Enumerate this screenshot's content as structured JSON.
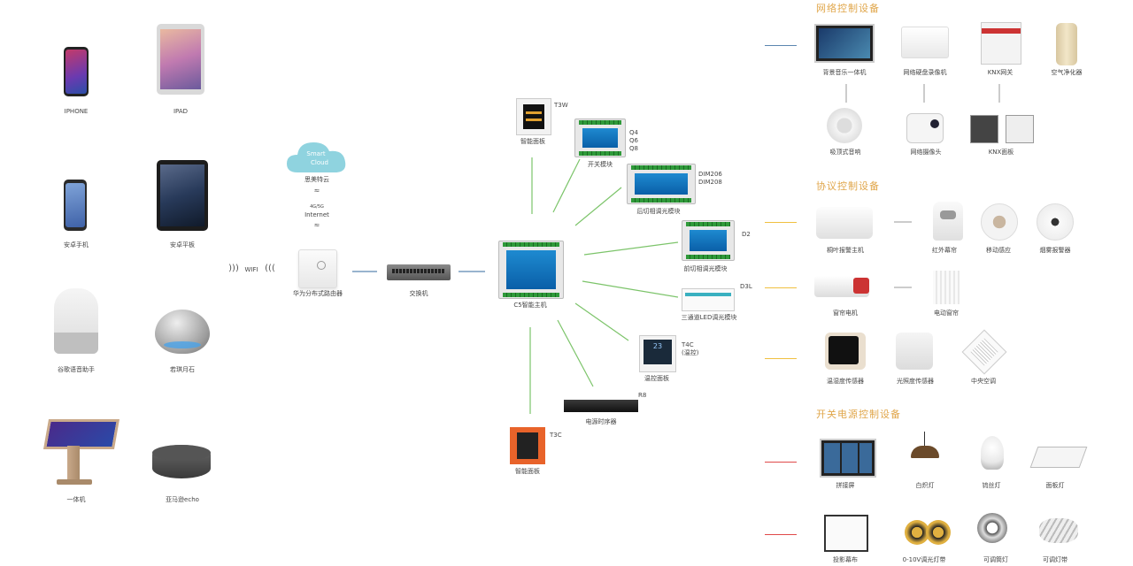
{
  "sections": {
    "network": "网络控制设备",
    "protocol": "协议控制设备",
    "power": "开关电源控制设备"
  },
  "clients": {
    "iphone": "IPHONE",
    "ipad": "IPAD",
    "android_phone": "安卓手机",
    "android_tablet": "安卓平板",
    "google": "谷歌语音助手",
    "stone": "若琪月石",
    "kiosk": "一体机",
    "echo": "亚马逊echo"
  },
  "network_path": {
    "wifi": "WIFI",
    "cloud_text_1": "Smart",
    "cloud_text_2": "Cloud",
    "cloud_label": "思美特云",
    "mobile": "4G/5G",
    "internet": "Internet",
    "router": "华为分布式路由器",
    "switch": "交换机",
    "host": "C5智能主机"
  },
  "modules": {
    "t3w_code": "T3W",
    "t3w": "智能面板",
    "switch_code": "Q4\nQ6\nQ8",
    "switch_module": "开关模块",
    "dim_code": "DIM206\nDIM208",
    "dim": "后切相调光模块",
    "d2_code": "D2",
    "d2": "前切相调光模块",
    "d3l_code": "D3L",
    "d3l": "三通道LED调光模块",
    "t4c_code": "T4C\n(温控)",
    "t4c": "温控面板",
    "t4c_display": "23",
    "r8_code": "R8",
    "r8": "电源时序器",
    "t3c_code": "T3C",
    "t3c": "智能面板"
  },
  "network_devices": {
    "music": "背景音乐一体机",
    "nvr": "网络硬盘录像机",
    "knx_gw": "KNX网关",
    "purifier": "空气净化器",
    "speaker": "吸顶式音响",
    "camera": "网络摄像头",
    "knx_panel": "KNX面板"
  },
  "protocol_devices": {
    "alarm": "桐叶报警主机",
    "ir_curtain": "红外幕帘",
    "motion": "移动感应",
    "smoke": "烟雾报警器",
    "curtain_motor": "窗帘电机",
    "curtain": "电动窗帘",
    "th_sensor": "温湿度传感器",
    "light_sensor": "光照度传感器",
    "ac": "中央空调"
  },
  "power_devices": {
    "splice": "拼接屏",
    "incandescent": "白炽灯",
    "halogen": "钨丝灯",
    "panel_light": "面板灯",
    "projection": "投影幕布",
    "led_strip": "0-10V调光灯带",
    "downlight": "可调筒灯",
    "tunable_strip": "可调灯带"
  },
  "colors": {
    "section_title": "#e0a64a",
    "network_line": "#5b86b0",
    "protocol_line": "#f0c040",
    "power_line": "#e04a4a",
    "host_link": "#7cc46a"
  }
}
